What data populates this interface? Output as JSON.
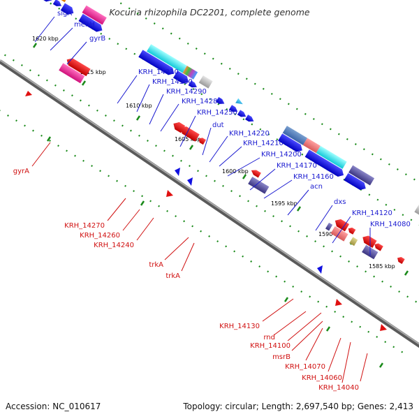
{
  "title": "Kocuria rhizophila DC2201, complete genome",
  "footer": {
    "accession": "Accession: NC_010617",
    "summary": "Topology: circular; Length: 2,697,540 bp; Genes: 2,413"
  },
  "scale_marks": [
    "1620 kbp",
    "1615 kbp",
    "1610 kbp",
    "1605 kbp",
    "1600 kbp",
    "1595 kbp",
    "1590 kbp",
    "1585 kbp"
  ],
  "top_labels": [
    "sigA",
    "menH",
    "gyrB",
    "KRH_14310",
    "KRH_14300",
    "KRH_14290",
    "KRH_14280",
    "KRH_14250",
    "dut",
    "KRH_14220",
    "KRH_14210",
    "KRH_14200",
    "KRH_14170",
    "KRH_14160",
    "acn",
    "dxs",
    "KRH_14120",
    "KRH_14080"
  ],
  "bottom_labels": [
    "gyrA",
    "KRH_14270",
    "KRH_14260",
    "KRH_14240",
    "trkA",
    "trkA",
    "KRH_14130",
    "rnd",
    "KRH_14100",
    "msrB",
    "KRH_14070",
    "KRH_14060",
    "KRH_14040"
  ],
  "colors": {
    "forward_cds": "#1010e0",
    "reverse_cds": "#e01010",
    "backbone": "#808080",
    "tick": "#1a8a1a",
    "label_top": "#1a1ad0",
    "label_bottom": "#d01010"
  }
}
